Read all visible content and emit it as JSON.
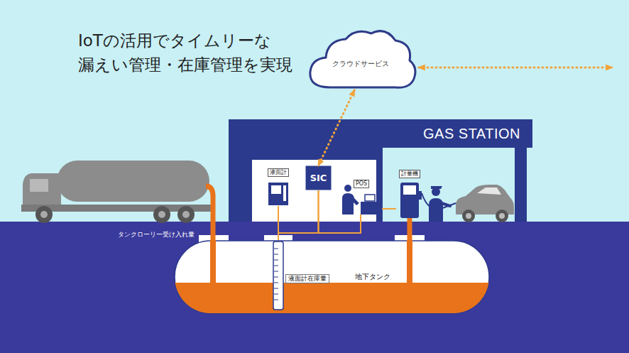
{
  "diagram": {
    "title": "IoTの活用でタイムリーな 漏えい管理・在庫管理を実現",
    "nodes": [
      {
        "text": [
          "クラウドサービス"
        ]
      },
      {
        "text": [
          "GAS STATION"
        ]
      },
      {
        "text": [
          "SIC"
        ],
        "in": 1
      },
      {
        "text": [
          "液面計"
        ],
        "in": 1
      },
      {
        "text": [
          "POS"
        ],
        "in": 1
      },
      {
        "text": [
          "計量機"
        ],
        "in": 1
      },
      {
        "text": [
          "地下タンク"
        ]
      }
    ],
    "edges": [
      {
        "from": 0,
        "to": 2,
        "arrow": "both"
      },
      {
        "from": 2,
        "to": 3,
        "arrow": "none"
      },
      {
        "from": 2,
        "to": 4,
        "arrow": "none"
      },
      {
        "from": 4,
        "to": 5,
        "arrow": "none"
      },
      {
        "from": 3,
        "to": 6,
        "arrow": "none"
      },
      {
        "from": 5,
        "to": 6,
        "arrow": "none"
      }
    ],
    "labels": [
      "タンクローリー受け入れ量",
      "液面計在庫量"
    ]
  }
}
